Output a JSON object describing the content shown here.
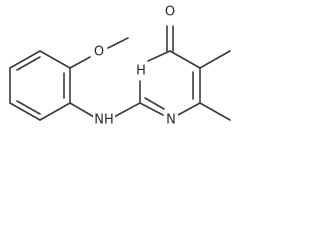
{
  "molecule": {
    "atom_labels": {
      "methoxy_oxygen": "O",
      "amine_nh": "NH",
      "carbonyl_oxygen": "O",
      "ring_nh": "H",
      "ring_n": "N"
    }
  },
  "colors": {
    "bond": "#3a3a3a",
    "label": "#2a2a2a",
    "background": "#ffffff"
  }
}
